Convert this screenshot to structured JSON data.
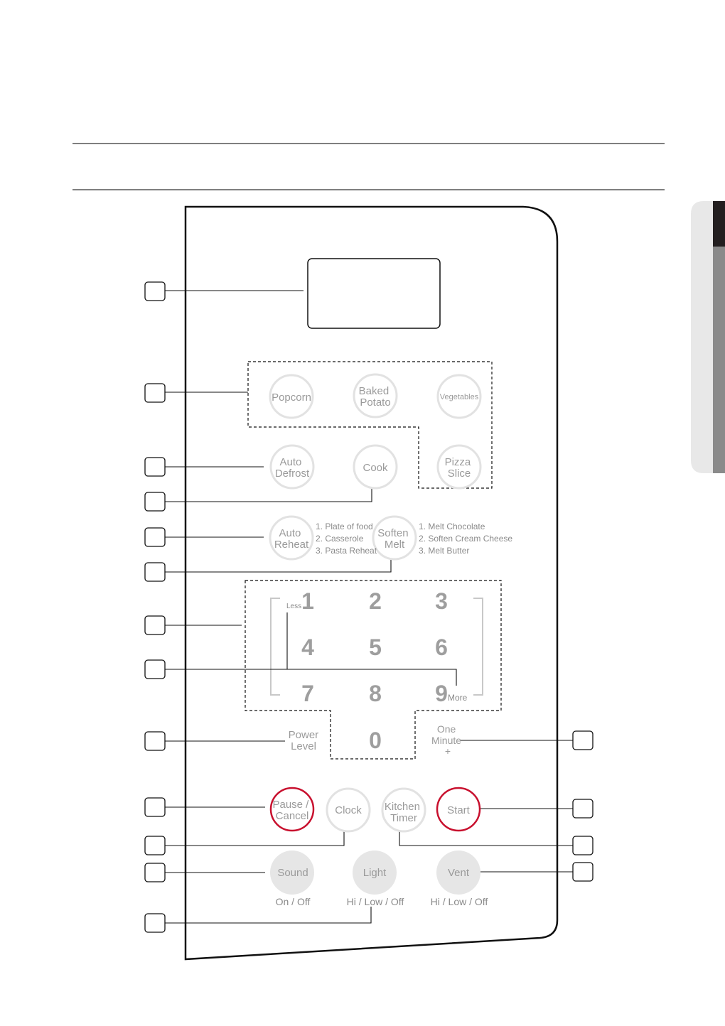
{
  "buttons": {
    "popcorn": [
      "Popcorn"
    ],
    "baked_potato": [
      "Baked",
      "Potato"
    ],
    "vegetables": [
      "Vegetables"
    ],
    "pizza_slice": [
      "Pizza",
      "Slice"
    ],
    "auto_defrost": [
      "Auto",
      "Defrost"
    ],
    "cook": [
      "Cook"
    ],
    "auto_reheat": [
      "Auto",
      "Reheat"
    ],
    "soften_melt": [
      "Soften",
      "Melt"
    ],
    "pause_cancel": [
      "Pause /",
      "Cancel"
    ],
    "clock": [
      "Clock"
    ],
    "kitchen_timer": [
      "Kitchen",
      "Timer"
    ],
    "start": [
      "Start"
    ],
    "sound": [
      "Sound"
    ],
    "light": [
      "Light"
    ],
    "vent": [
      "Vent"
    ]
  },
  "sub_labels": {
    "sound": "On / Off",
    "light": "Hi / Low / Off",
    "vent": "Hi / Low / Off"
  },
  "reheat_options": [
    "1. Plate of food",
    "2. Casserole",
    "3. Pasta Reheat"
  ],
  "melt_options": [
    "1. Melt Chocolate",
    "2. Soften Cream Cheese",
    "3. Melt Butter"
  ],
  "keypad": {
    "digits": [
      "1",
      "2",
      "3",
      "4",
      "5",
      "6",
      "7",
      "8",
      "9",
      "0"
    ],
    "less": "Less",
    "more": "More"
  },
  "labels": {
    "power_level": [
      "Power",
      "Level"
    ],
    "one_minute": [
      "One",
      "Minute",
      "+"
    ]
  },
  "colors": {
    "accent_red": "#c8102e",
    "button_ring": "#e2e2e2",
    "button_fill": "#e6e6e6",
    "tab_dark": "#231f20",
    "tab_gray": "#8a8a8a",
    "tab_light": "#e8e8e8"
  }
}
